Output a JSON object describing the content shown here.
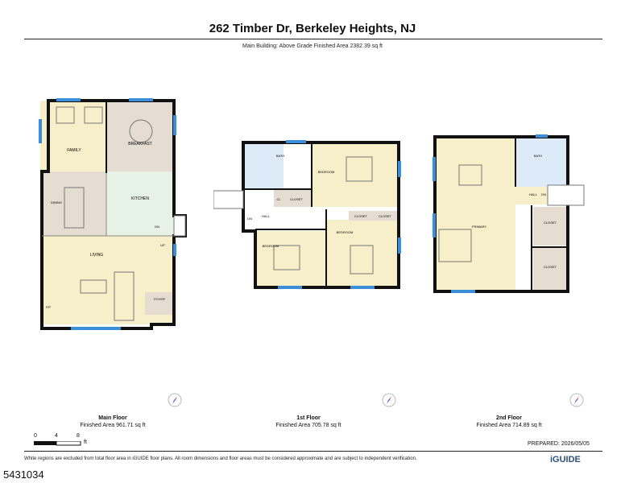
{
  "header": {
    "title": "262 Timber Dr, Berkeley Heights, NJ",
    "subtitle": "Main Building: Above Grade Finished Area 2382.39 sq ft"
  },
  "floors": [
    {
      "name": "Main Floor",
      "area": "Finished Area 961.71 sq ft"
    },
    {
      "name": "1st Floor",
      "area": "Finished Area 705.78 sq ft"
    },
    {
      "name": "2nd Floor",
      "area": "Finished Area 714.89 sq ft"
    }
  ],
  "rooms": {
    "family": "FAMILY",
    "breakfast": "BREAKFAST",
    "dining": "DINING",
    "kitchen": "KITCHEN",
    "living": "LIVING",
    "foyer": "FOYER",
    "bath_1": "BATH",
    "bedroom_1a": "BEDROOM",
    "closet_1a": "CLOSET",
    "cl": "CL",
    "hall_1": "HALL",
    "bedroom_1b": "BEDROOM",
    "bedroom_1c": "BEDROOM",
    "closet_1b": "CLOSET",
    "closet_1c": "CLOSET",
    "bath_2": "BATH",
    "primary": "PRIMARY",
    "hall_2": "HALL",
    "closet_2a": "CLOSET",
    "closet_2b": "CLOSET",
    "up": "UP",
    "dn": "DN",
    "fp": "F/P"
  },
  "scale": {
    "ticks": [
      "0",
      "4",
      "8"
    ],
    "unit": "ft"
  },
  "prepared": "PREPARED: 2026/05/05",
  "footnote": "White regions are excluded from total floor area in iGUIDE floor plans. All room dimensions and floor areas must be considered approximate and are subject to independent verification.",
  "brand": "iGUIDE",
  "listing_id": "5431034",
  "colors": {
    "beige": "#f7efc9",
    "green": "#e6f2e6",
    "tan": "#e6ddd2",
    "window": "#3a8fd8",
    "wall": "#111111",
    "bath_blue": "#dcebf7"
  }
}
